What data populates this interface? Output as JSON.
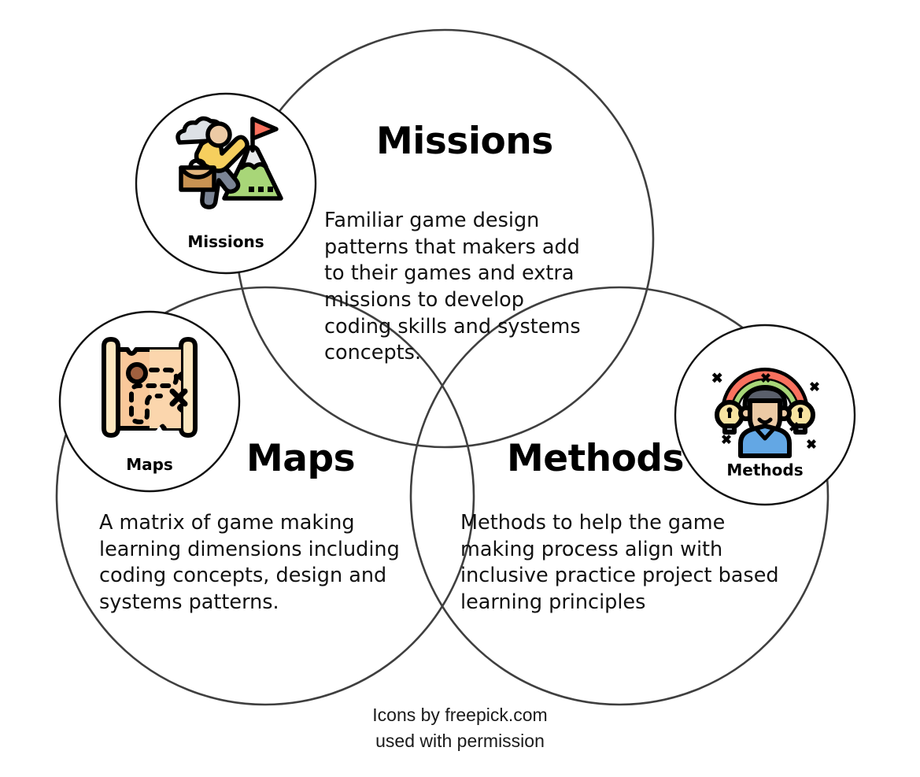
{
  "diagram": {
    "type": "three-circle-venn",
    "background": "#ffffff",
    "circle_stroke": "#3f3f3f",
    "badge_stroke": "#111111",
    "sections": [
      {
        "id": "missions",
        "title": "Missions",
        "body": "Familiar game design patterns that makers add to their games and extra missions to develop coding skills and systems concepts.",
        "badge_label": "Missions",
        "icon_name": "mountain-climber-flag-icon",
        "icon_colors": {
          "shirt": "#f6cf5e",
          "pants": "#7b8494",
          "skin": "#eccaa5",
          "briefcase": "#c89252",
          "briefcase_light": "#e0b47e",
          "mountain": "#a8d678",
          "snow": "#e8eaec",
          "cloud": "#dde1e6",
          "flag": "#f9715e",
          "outline": "#000000"
        }
      },
      {
        "id": "maps",
        "title": "Maps",
        "body": "A matrix of game making learning dimensions including coding concepts, design and systems patterns.",
        "badge_label": "Maps",
        "icon_name": "treasure-map-scroll-icon",
        "icon_colors": {
          "paper": "#f9c89a",
          "paper_light": "#fce6bf",
          "paper_shade": "#fbd6ad",
          "marker": "#a0603f",
          "outline": "#000000"
        }
      },
      {
        "id": "methods",
        "title": "Methods",
        "body": "Methods to help the game making process align with inclusive practice project based learning principles",
        "badge_label": "Methods",
        "icon_name": "person-ideas-rainbow-bulbs-icon",
        "icon_colors": {
          "shirt": "#63a7e4",
          "hair": "#5a5f6b",
          "skin": "#eccaa5",
          "rainbow_red": "#f9715e",
          "rainbow_green": "#a8d678",
          "bulb": "#f7e3a1",
          "bulb_base": "#9aa0a8",
          "outline": "#000000"
        }
      }
    ],
    "credit": {
      "line1": "Icons by freepick.com",
      "line2": "used with permission"
    }
  }
}
